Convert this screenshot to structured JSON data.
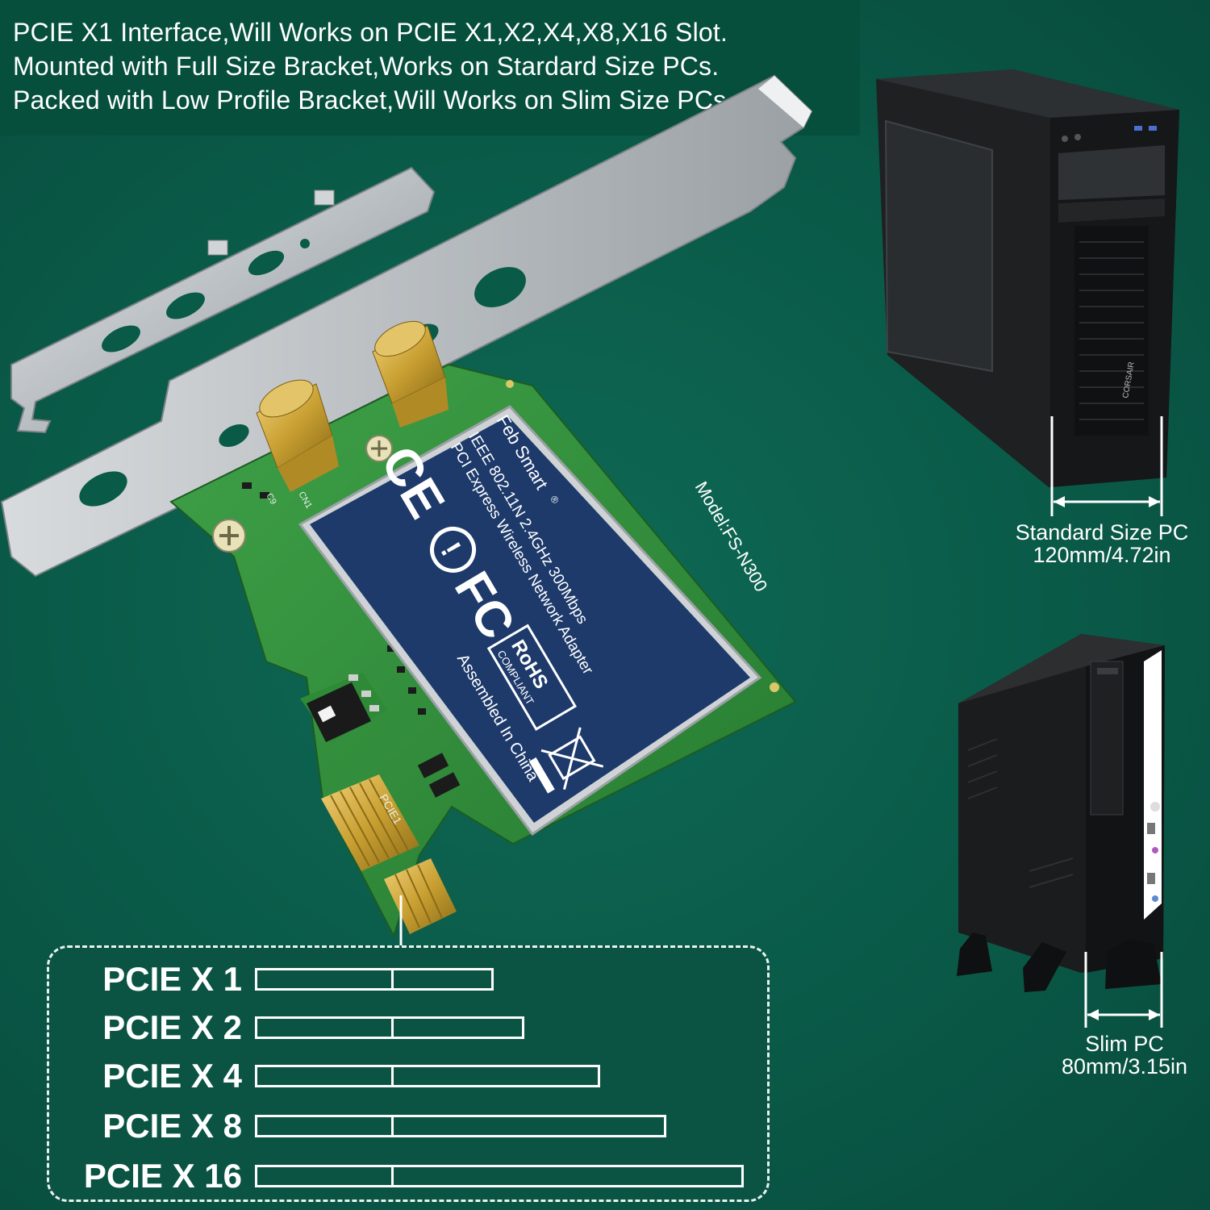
{
  "header": {
    "lines": [
      "PCIE X1 Interface,Will Works on PCIE X1,X2,X4,X8,X16 Slot.",
      "Mounted with Full Size Bracket,Works on Stardard Size PCs.",
      "Packed with Low Profile Bracket,Will Works on Slim Size PCs."
    ]
  },
  "card_label": {
    "brand": "Feb Smart",
    "registered": "®",
    "spec_line1": "IEEE 802.11N 2.4GHz 300Mbps",
    "spec_line2": "PCI Express Wireless Network Adapter",
    "model": "Model:FS-N300",
    "ce_mark": "CE",
    "fc_mark": "FC",
    "rohs": "RoHS",
    "rohs_sub": "COMPLIANT",
    "origin": "Assembled In China"
  },
  "board_marks": {
    "pcie": "PCIE1",
    "cap": "C9",
    "cn": "CN1"
  },
  "standard_pc": {
    "title": "Standard Size PC",
    "size": "120mm/4.72in",
    "brand_badge": "CORSAIR"
  },
  "slim_pc": {
    "title": "Slim PC",
    "size": "80mm/3.15in"
  },
  "slots": [
    {
      "label": "PCIE X 1",
      "lanes": 1
    },
    {
      "label": "PCIE X 2",
      "lanes": 2
    },
    {
      "label": "PCIE X 4",
      "lanes": 4
    },
    {
      "label": "PCIE X 8",
      "lanes": 8
    },
    {
      "label": "PCIE X 16",
      "lanes": 16
    }
  ],
  "colors": {
    "background": "#0a5a48",
    "header_bg": "#064f3d",
    "pcb_green": "#2f8f3a",
    "label_navy": "#1d3a6b",
    "bracket_silver": "#c9cdd0",
    "gold": "#c9a032"
  }
}
